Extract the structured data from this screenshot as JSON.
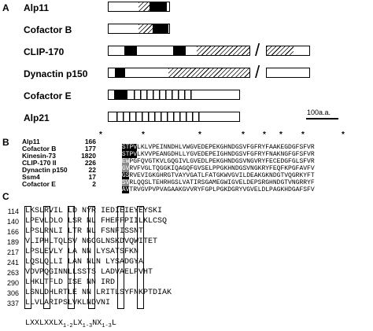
{
  "panels": {
    "a": "A",
    "b": "B",
    "c": "C"
  },
  "domain_diagram": {
    "proteins": [
      {
        "name": "Alp11"
      },
      {
        "name": "Cofactor B"
      },
      {
        "name": "CLIP-170"
      },
      {
        "name": "Dynactin p150"
      },
      {
        "name": "Cofactor E"
      },
      {
        "name": "Alp21"
      }
    ],
    "break_mark": "/",
    "scale_bar_label": "100a.a."
  },
  "alignment": {
    "rows": [
      {
        "name": "Alp11",
        "start": "166",
        "seq": "STPVLKLVPEINNDHLVWGVEDEPEKGHNDGSVFGFRYFAAKEGDGFSFVR"
      },
      {
        "name": "Cofactor B",
        "start": "177",
        "seq": "STPVLKVVPEANGDHLLYGVEDEPEIGHNDGSVFGFRYFNAKNGFGFSFVR"
      },
      {
        "name": "Kinesin-73",
        "start": "1820",
        "seq": "EWPGFQVGTKVLGQGIVLGVEDLPEKGHNDGSVNGVRYFECEDGFGLSFVR"
      },
      {
        "name": "CLIP-170 II",
        "start": "226",
        "seq": "GVRVFVGLTQGGKIQAGQFGVSELPPGKHNDGSVNGKRYFEQFKPGFAVFV"
      },
      {
        "name": "Dynactin p150",
        "start": "22",
        "seq": "GSRVEVIGKGHRGTVAYVGATLFATGKWVGVILDEAKGKNDGTVQGRKYFT"
      },
      {
        "name": "Ssm4",
        "start": "17",
        "seq": "SVRLQQSLTEHRHGSLVATIRSGAMEGWIGVELDEPSRGHNDGTVNGRRYF"
      },
      {
        "name": "Cofactor E",
        "start": "2",
        "seq": "AVTRVGVPVPVAGAAKGVVRYFGPLPGKDGRYVGVELDLPAGKHDGAFSFV"
      }
    ],
    "star": "*"
  },
  "lrr": {
    "rows": [
      {
        "num": "114",
        "seq": "LKSLRVIL LD NYR IEDIEIEYEYSKI"
      },
      {
        "num": "140",
        "seq": "LPEVLDLO LSR NL FHEFFPIILKLCSQ"
      },
      {
        "num": "166",
        "seq": "LPSLRNLI LTR NL FSNFISSNT"
      },
      {
        "num": "189",
        "seq": "VLIPHLTQLSV NGCGLNSKDVQWITET"
      },
      {
        "num": "217",
        "seq": "LPSLEVLY LA NN LYSATSFKN"
      },
      {
        "num": "241",
        "seq": "LQSLQLLI LAN NLN LYSADGYA"
      },
      {
        "num": "263",
        "seq": "VDVPQGINNLLSSTS LADVAELPVHT"
      },
      {
        "num": "290",
        "seq": "LHKLTFLD ISE NN IRD"
      },
      {
        "num": "306",
        "seq": "LSNLDHLRTLE NN LRITLSYFNKPTDIAK"
      },
      {
        "num": "337",
        "seq": "LLVLARIPSLVKLNDVNI"
      }
    ],
    "motif": {
      "base": "LXXLXXLX",
      "s1": "1-2",
      "mid1": "LX",
      "s2": "1-3",
      "mid2": "NX",
      "s3": "1-3",
      "end": "L"
    }
  }
}
